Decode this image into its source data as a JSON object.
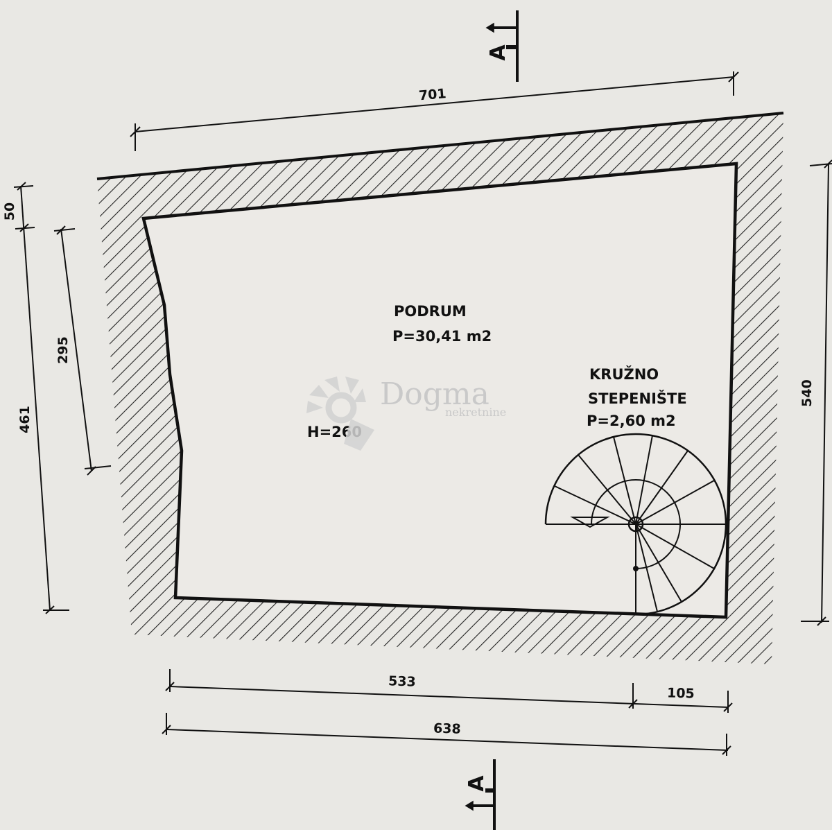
{
  "dimensions": {
    "top_width": "701",
    "left_outer": "50",
    "left_inner": "461",
    "left_mid": "295",
    "right_height": "540",
    "bottom_left": "533",
    "bottom_right": "105",
    "bottom_total": "638"
  },
  "section": {
    "top_label": "A",
    "bottom_label": "A"
  },
  "room": {
    "name": "PODRUM",
    "area": "P=30,41 m2",
    "height": "H=260"
  },
  "stair": {
    "line1": "KRUŽNO",
    "line2": "STEPENIŠTE",
    "area": "P=2,60 m2"
  },
  "watermark": {
    "brand": "Dogma",
    "sub": "nekretnine"
  },
  "colors": {
    "paper": "#e9e8e4",
    "ink": "#111111",
    "watermark": "#c9c9c9"
  }
}
